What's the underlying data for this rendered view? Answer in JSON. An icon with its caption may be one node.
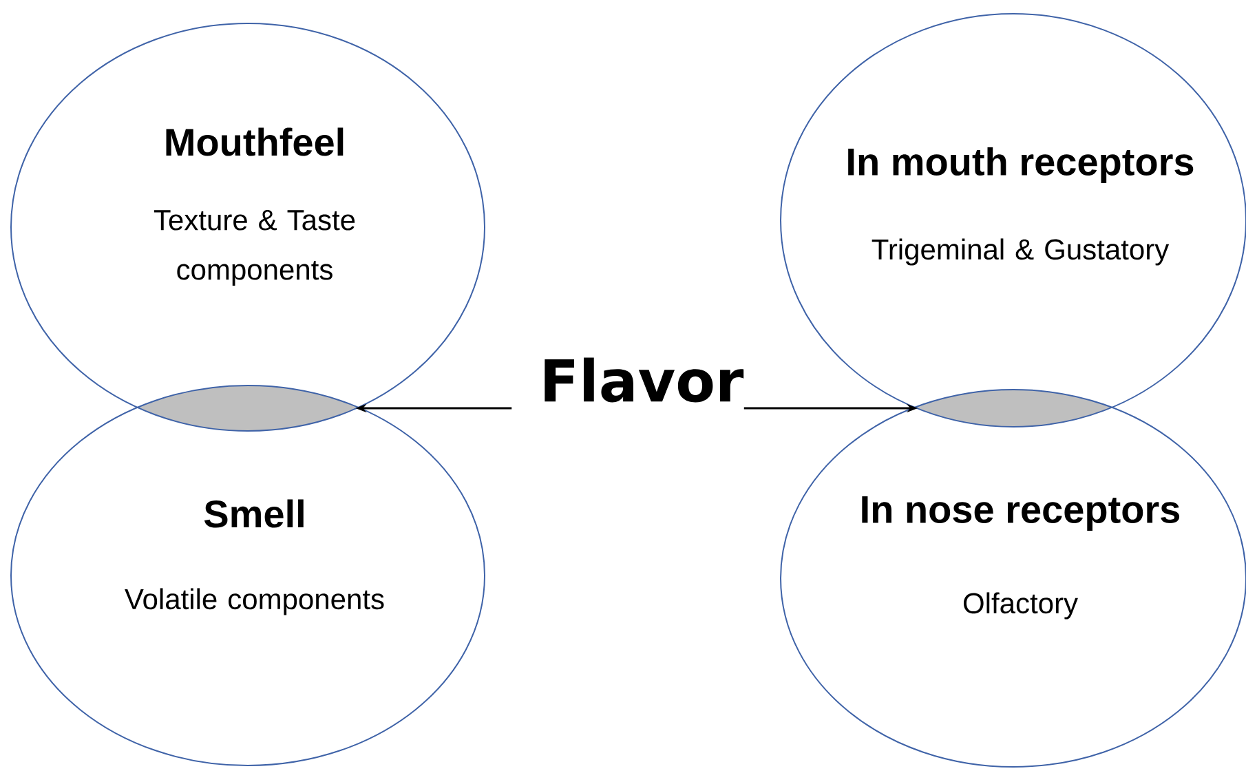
{
  "diagram": {
    "nodes": [
      {
        "text": [
          "Mouthfeel",
          "Texture & Taste components"
        ]
      },
      {
        "text": [
          "In mouth receptors",
          "Trigeminal & Gustatory"
        ]
      },
      {
        "text": [],
        "shape": "lens"
      },
      {
        "text": [
          "Flavor"
        ]
      },
      {
        "text": [],
        "shape": "lens"
      },
      {
        "text": [
          "Smell",
          "Volatile components"
        ]
      },
      {
        "text": [
          "In nose receptors",
          "Olfactory"
        ]
      }
    ],
    "edges": [
      {
        "from": 3,
        "to": 2,
        "arrow": "to"
      },
      {
        "from": 3,
        "to": 4,
        "arrow": "to"
      }
    ]
  }
}
